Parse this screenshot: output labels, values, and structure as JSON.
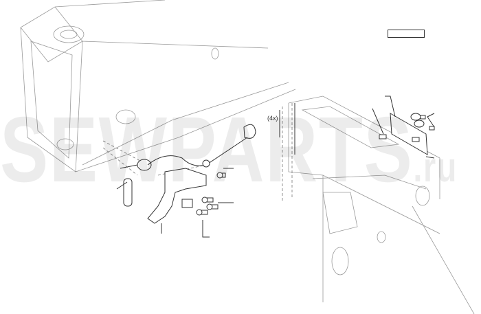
{
  "watermark": {
    "main": "SEWPARTS",
    "suffix": ".ru"
  },
  "diagram": {
    "quantity_label": "(4x)",
    "reference_box": ""
  }
}
